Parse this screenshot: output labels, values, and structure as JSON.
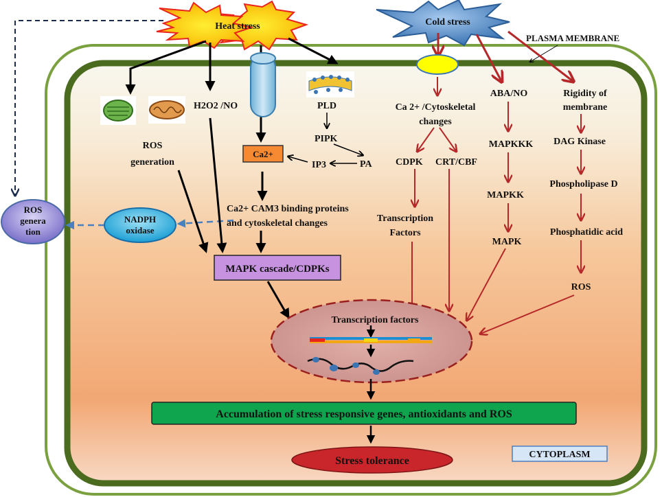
{
  "triggers": {
    "heat": "Heat stress",
    "cold": "Cold stress"
  },
  "labels": {
    "plasma_membrane": "PLASMA MEMBRANE",
    "cytoplasm": "CYTOPLASM",
    "ros_generation_outer": [
      "ROS",
      "genera",
      "tion"
    ],
    "nadph": [
      "NADPH",
      "oxidase"
    ],
    "ros_generation_inner": [
      "ROS",
      "generation"
    ],
    "h2o2_no": "H2O2 /NO",
    "ca2": "Ca2+",
    "pld": "PLD",
    "pipk": "PIPK",
    "pa": "PA",
    "ip3": "IP3",
    "ca_cam3": [
      "Ca2+ CAM3 binding proteins",
      "and cytoskeletal changes"
    ],
    "mapk_cdpk": "MAPK cascade/CDPKs",
    "ca_cyto": [
      "Ca 2+ /Cytoskeletal",
      "changes"
    ],
    "cdpk": "CDPK",
    "crt_cbf": "CRT/CBF",
    "tf_left": [
      "Transcription",
      "Factors"
    ],
    "aba_no": "ABA/NO",
    "mapkkk": "MAPKKK",
    "mapkk": "MAPKK",
    "mapk": "MAPK",
    "rigidity": [
      "Rigidity of",
      "membrane"
    ],
    "dag": "DAG Kinase",
    "phospholipase": "Phospholipase  D",
    "phosphatidic": "Phosphatidic acid",
    "ros": "ROS",
    "tf_nucleus": "Transcription factors",
    "accumulation": "Accumulation of  stress responsive genes, antioxidants and ROS",
    "tolerance": "Stress tolerance"
  },
  "icons": [
    "chloroplast-icon",
    "mitochondrion-icon",
    "membrane-lipid-icon",
    "dna-strand-icon",
    "protein-chain-icon"
  ],
  "colors": {
    "cell_wall": "#4b6b1f",
    "outer_border": "#7aa040",
    "heat_star": "#f7b500",
    "cold_star": "#3d78b8",
    "black_arrow": "#000000",
    "red_arrow": "#b4282a",
    "mapk_box": "#c792e0",
    "ca_box": "#f68a32",
    "accum_box": "#0fa54e",
    "tolerance_ellipse": "#c8262b",
    "nadph_ellipse": "#2aa8d8",
    "ros_outer_ellipse": "#7c72c8",
    "nucleus": "#d49a98",
    "cytoplasm_box": "#d7e6f7"
  }
}
